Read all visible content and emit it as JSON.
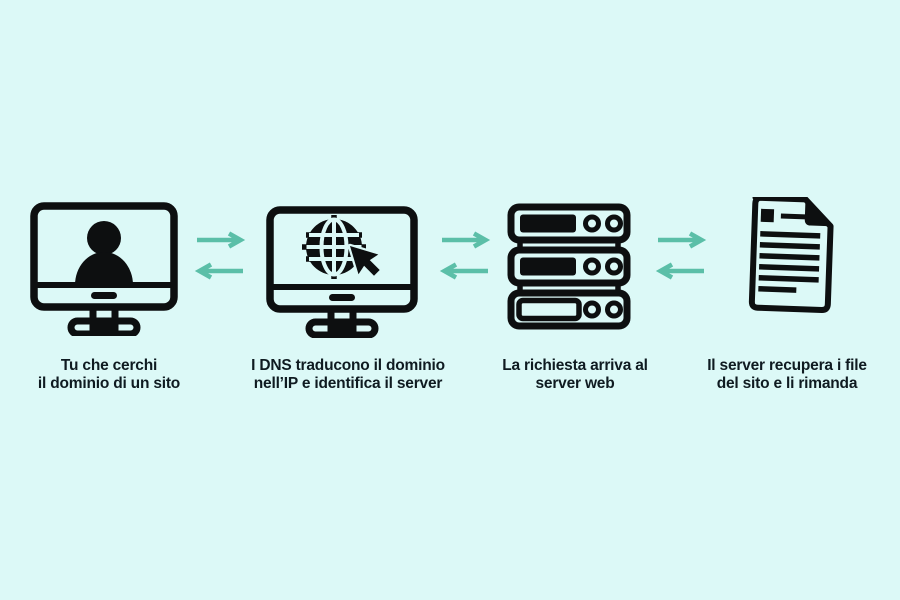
{
  "colors": {
    "background": "#dcf9f7",
    "icon_ink": "#0d0f10",
    "text": "#0f1b21",
    "arrow": "#5bbfa8"
  },
  "steps": [
    {
      "icon": "monitor-user",
      "caption": [
        "Tu che cerchi",
        "il dominio di un sito"
      ]
    },
    {
      "icon": "monitor-globe-cursor",
      "caption": [
        "I DNS traducono il dominio",
        "nell’IP e identifica il server"
      ]
    },
    {
      "icon": "server-rack",
      "caption": [
        "La richiesta arriva al",
        "server web"
      ]
    },
    {
      "icon": "document-stack",
      "caption": [
        "Il server recupera i file",
        "del sito e li rimanda"
      ]
    }
  ],
  "connectors": [
    {
      "between": "user-computer-and-dns",
      "directions": [
        "right",
        "left"
      ]
    },
    {
      "between": "dns-and-web-server",
      "directions": [
        "right",
        "left"
      ]
    },
    {
      "between": "web-server-and-files",
      "directions": [
        "right",
        "left"
      ]
    }
  ]
}
